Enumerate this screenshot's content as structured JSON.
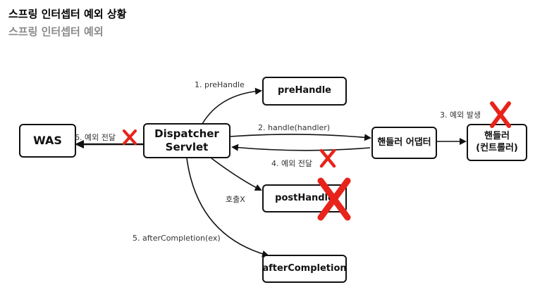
{
  "header": {
    "title": "스프링 인터셉터 예외 상황",
    "subtitle": "스프링 인터셉터 예외"
  },
  "boxes": {
    "was": "WAS",
    "dispatcher_line1": "Dispatcher",
    "dispatcher_line2": "Servlet",
    "pre_handle": "preHandle",
    "handler_adapter": "핸들러 어댑터",
    "handler_line1": "핸들러",
    "handler_line2": "(컨트롤러)",
    "post_handle": "postHandle",
    "after_completion": "afterCompletion"
  },
  "labels": {
    "step1": "1. preHandle",
    "step2": "2. handle(handler)",
    "step3": "3. 예외 발생",
    "step4": "4. 예외 전달",
    "step5": "5. afterCompletion(ex)",
    "step6": "6. 예외 전달",
    "not_called": "호출X"
  },
  "colors": {
    "x_mark": "#e8231a",
    "line": "#111111"
  }
}
